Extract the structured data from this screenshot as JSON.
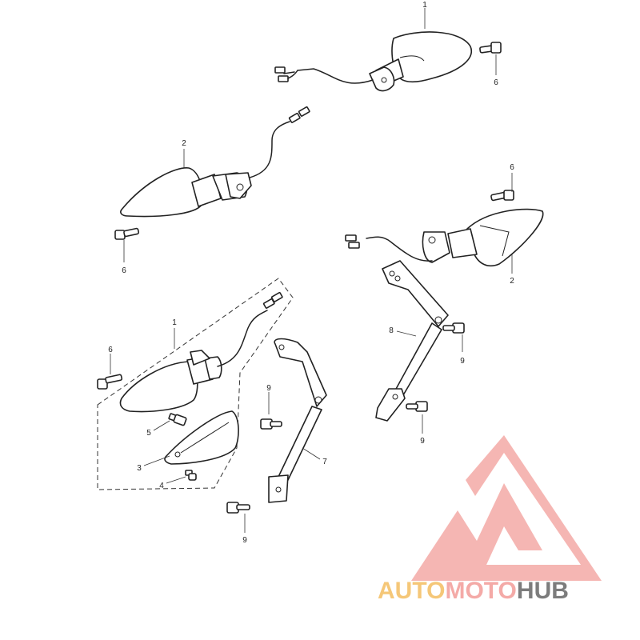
{
  "diagram": {
    "callouts": {
      "c1_top": "1",
      "c6_top": "6",
      "c2_left": "2",
      "c6_left": "6",
      "c6_right": "6",
      "c2_right": "2",
      "c1_left": "1",
      "c6_mid": "6",
      "c8": "8",
      "c9_a": "9",
      "c9_b": "9",
      "c9_c": "9",
      "c9_d": "9",
      "c5": "5",
      "c3": "3",
      "c4": "4",
      "c7": "7"
    }
  },
  "watermark": {
    "word_auto": "AUTO",
    "word_moto": "MOTO",
    "word_hub": "HUB",
    "colors": {
      "auto": "#f4c16a",
      "moto": "#f3a19e",
      "hub": "#6e6e6e",
      "triangle": "#f2a09c"
    }
  }
}
